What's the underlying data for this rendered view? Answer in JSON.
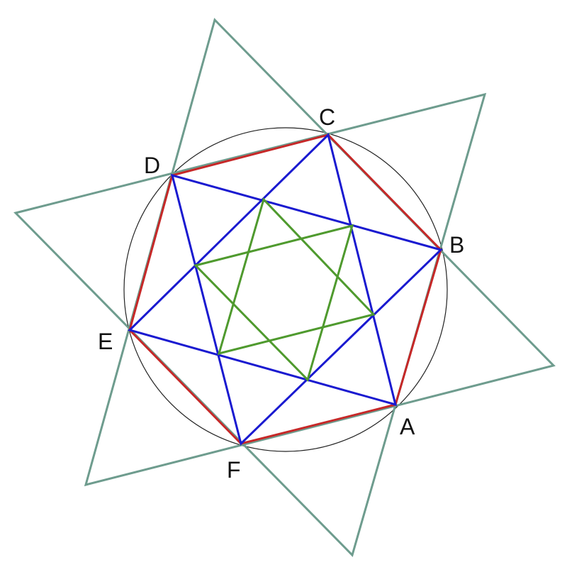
{
  "diagram": {
    "points": {
      "A": "A",
      "B": "B",
      "C": "C",
      "D": "D",
      "E": "E",
      "F": "F"
    },
    "colors": {
      "outer_star": "#6e9c8e",
      "hexagon": "#c62828",
      "hexagram": "#1a1ad0",
      "inner_hexagram": "#4f9a2e",
      "circle": "#222222"
    }
  }
}
